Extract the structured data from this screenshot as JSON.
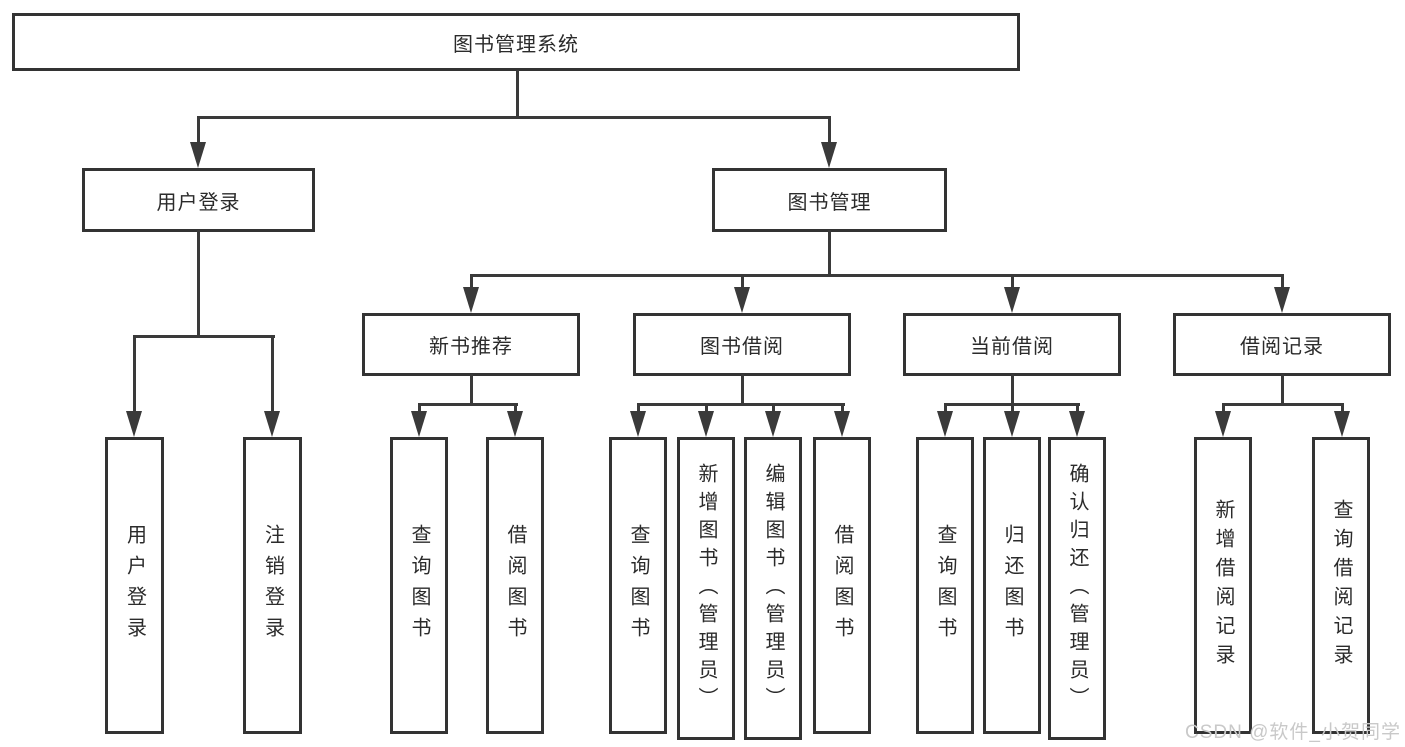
{
  "tree": {
    "root": "图书管理系统",
    "branches": [
      {
        "label": "用户登录",
        "children": [
          "用户登录",
          "注销登录"
        ]
      },
      {
        "label": "图书管理",
        "sections": [
          {
            "label": "新书推荐",
            "children": [
              "查询图书",
              "借阅图书"
            ]
          },
          {
            "label": "图书借阅",
            "children": [
              "查询图书",
              "新增图书（管理员）",
              "编辑图书（管理员）",
              "借阅图书"
            ]
          },
          {
            "label": "当前借阅",
            "children": [
              "查询图书",
              "归还图书",
              "确认归还（管理员）"
            ]
          },
          {
            "label": "借阅记录",
            "children": [
              "新增借阅记录",
              "查询借阅记录"
            ]
          }
        ]
      }
    ]
  },
  "watermark": {
    "text": "CSDN @软件_小贺同学"
  },
  "colors": {
    "line": "#3a3a3a",
    "border": "#333333",
    "text": "#2b2b2b",
    "background": "#ffffff",
    "watermark": "#c9c9c9"
  }
}
